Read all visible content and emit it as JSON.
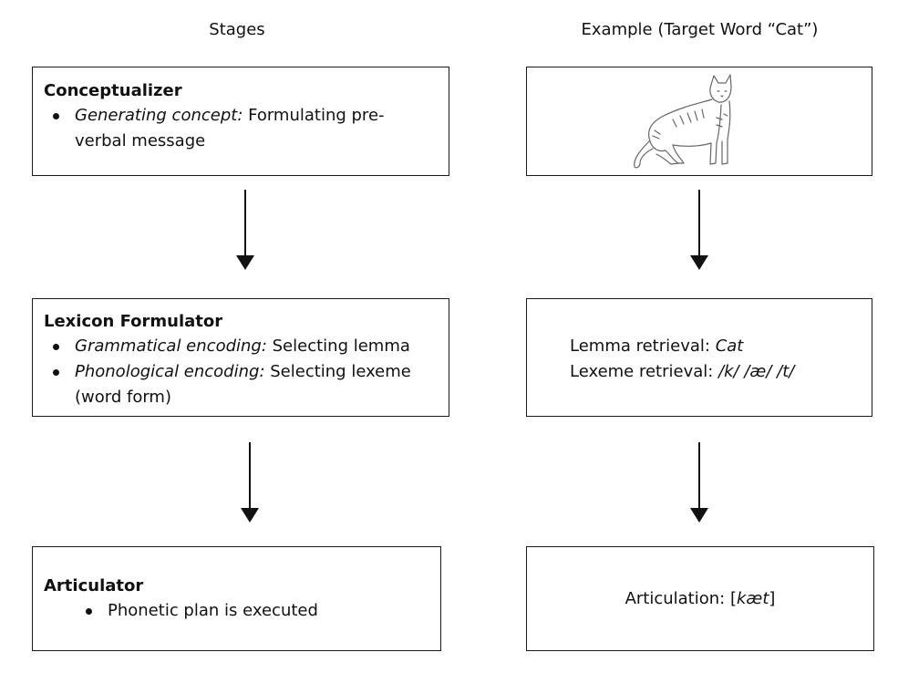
{
  "headers": {
    "stages": "Stages",
    "example": "Example (Target Word “Cat”)"
  },
  "stages": {
    "conceptualizer": {
      "title": "Conceptualizer",
      "bullet1_em": "Generating concept:",
      "bullet1_rest": " Formulating pre-",
      "bullet1_cont": "verbal message"
    },
    "lexicon": {
      "title": "Lexicon Formulator",
      "bullet1_em": "Grammatical encoding:",
      "bullet1_rest": " Selecting lemma",
      "bullet2_em": "Phonological encoding:",
      "bullet2_rest": " Selecting lexeme",
      "bullet2_cont": "(word form)"
    },
    "articulator": {
      "title": "Articulator",
      "bullet1": "Phonetic plan is executed"
    }
  },
  "examples": {
    "picture": {
      "icon": "cat-illustration"
    },
    "lemma_prefix": "Lemma retrieval: ",
    "lemma_word": "Cat",
    "lexeme_prefix": "Lexeme retrieval: ",
    "lexeme_k": "/k/",
    "lexeme_ae": "/æ/",
    "lexeme_t": "/t/",
    "articulation_prefix": "Articulation: [",
    "articulation_ipa": "kæt",
    "articulation_suffix": "]"
  }
}
